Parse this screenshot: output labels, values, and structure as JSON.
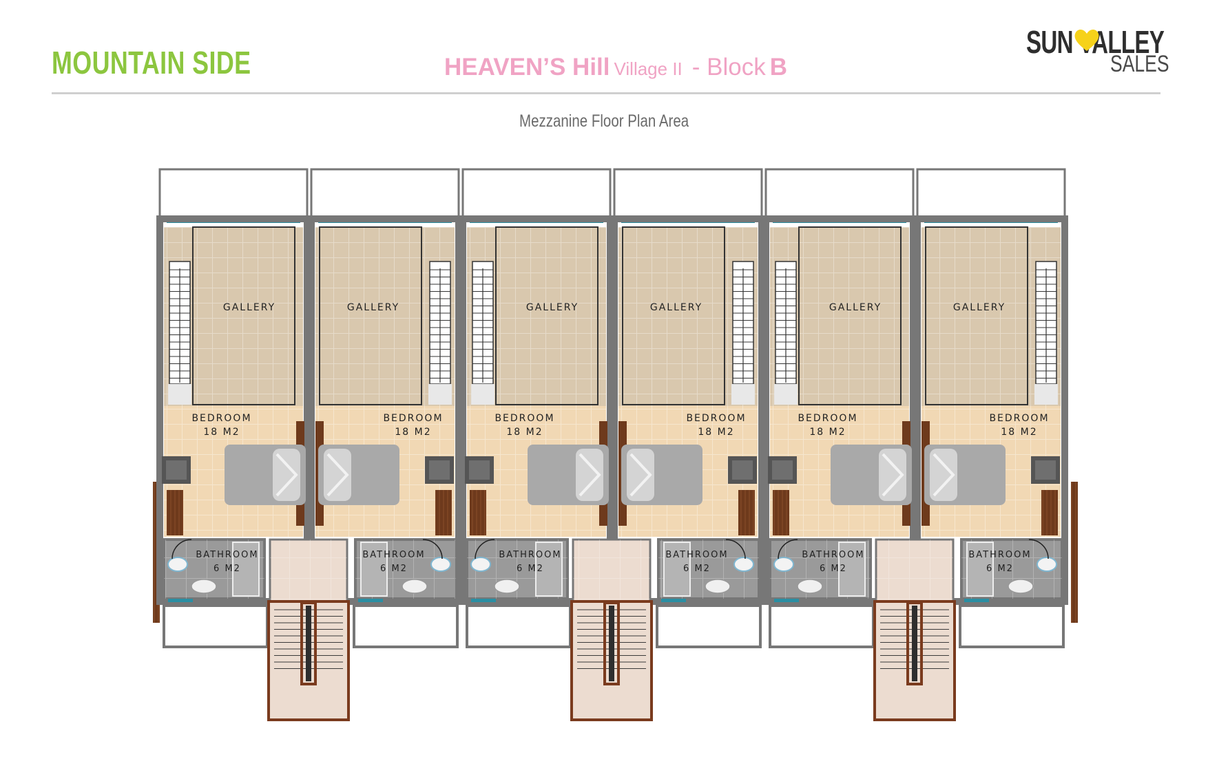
{
  "header": {
    "side_title": "MOUNTAIN SIDE",
    "project_name": "HEAVEN’S Hill",
    "village": "Village II",
    "block_prefix": "- Block",
    "block_letter": "B"
  },
  "logo": {
    "line1": "SUN VALLEY",
    "line2": "SALES",
    "icon": "heart-icon"
  },
  "subtitle": "Mezzanine Floor Plan Area",
  "units": [
    {
      "gallery": "GALLERY",
      "bedroom": "BEDROOM",
      "bedroom_area": "18 M2",
      "bathroom": "BATHROOM",
      "bathroom_area": "6 M2"
    },
    {
      "gallery": "GALLERY",
      "bedroom": "BEDROOM",
      "bedroom_area": "18 M2",
      "bathroom": "BATHROOM",
      "bathroom_area": "6 M2"
    },
    {
      "gallery": "GALLERY",
      "bedroom": "BEDROOM",
      "bedroom_area": "18 M2",
      "bathroom": "BATHROOM",
      "bathroom_area": "6 M2"
    },
    {
      "gallery": "GALLERY",
      "bedroom": "BEDROOM",
      "bedroom_area": "18 M2",
      "bathroom": "BATHROOM",
      "bathroom_area": "6 M2"
    },
    {
      "gallery": "GALLERY",
      "bedroom": "BEDROOM",
      "bedroom_area": "18 M2",
      "bathroom": "BATHROOM",
      "bathroom_area": "6 M2"
    },
    {
      "gallery": "GALLERY",
      "bedroom": "BEDROOM",
      "bedroom_area": "18 M2",
      "bathroom": "BATHROOM",
      "bathroom_area": "6 M2"
    }
  ],
  "colors": {
    "side_title": "#8cc63f",
    "project_title": "#f0a3c4",
    "gallery_floor": "#d9c8ae",
    "bedroom_floor": "#f1d8b4",
    "bathroom_floor": "#9a9a9a",
    "stair_floor": "#ecdcd0",
    "wall": "#777777",
    "window": "#2a8fa3",
    "wood": "#6e3a1c",
    "logo_heart": "#f6d21a"
  }
}
